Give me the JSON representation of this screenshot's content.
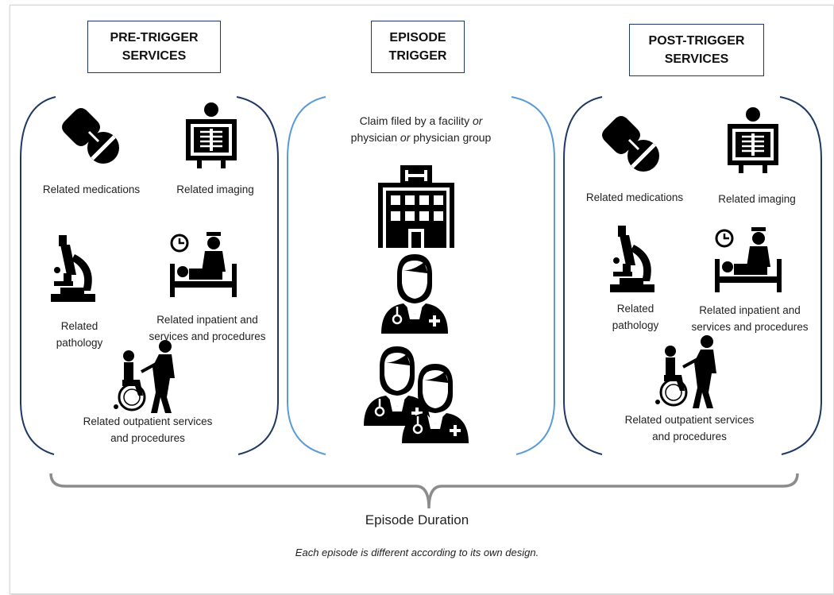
{
  "headers": {
    "pre": "PRE-TRIGGER\nSERVICES",
    "trigger": "EPISODE\nTRIGGER",
    "post": "POST-TRIGGER\nSERVICES"
  },
  "pre_services": {
    "medications": "Related medications",
    "imaging": "Related imaging",
    "pathology": "Related\npathology",
    "inpatient": "Related inpatient and\nservices and procedures",
    "outpatient": "Related outpatient services\nand procedures"
  },
  "trigger": {
    "claim_part1": "Claim filed by a facility ",
    "claim_or1": "or",
    "claim_part2": "physician ",
    "claim_or2": "or",
    "claim_part3": " physician group"
  },
  "post_services": {
    "medications": "Related medications",
    "imaging": "Related imaging",
    "pathology": "Related\npathology",
    "inpatient": "Related inpatient and\nservices and procedures",
    "outpatient": "Related outpatient services\nand procedures"
  },
  "footer": {
    "duration": "Episode Duration",
    "note": "Each episode is different according to its own design."
  },
  "colors": {
    "dark_blue": "#1f3864",
    "light_blue": "#5b9bd5",
    "brace_gray": "#8c8c8c"
  }
}
